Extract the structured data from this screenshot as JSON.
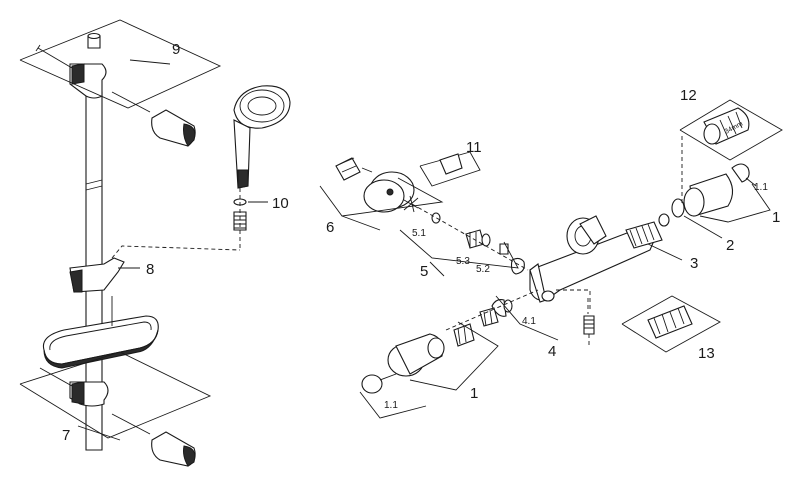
{
  "labels": {
    "p1a": "1",
    "p1_1a": "1.1",
    "p1b": "1",
    "p1_1b": "1.1",
    "p2": "2",
    "p3": "3",
    "p4": "4",
    "p4_1": "4.1",
    "p5": "5",
    "p5_1": "5.1",
    "p5_2": "5.2",
    "p5_3": "5.3",
    "p6": "6",
    "p7": "7",
    "p8": "8",
    "p9": "9",
    "p10": "10",
    "p11": "11",
    "p12": "12",
    "p13": "13",
    "dim34": "34mm"
  }
}
